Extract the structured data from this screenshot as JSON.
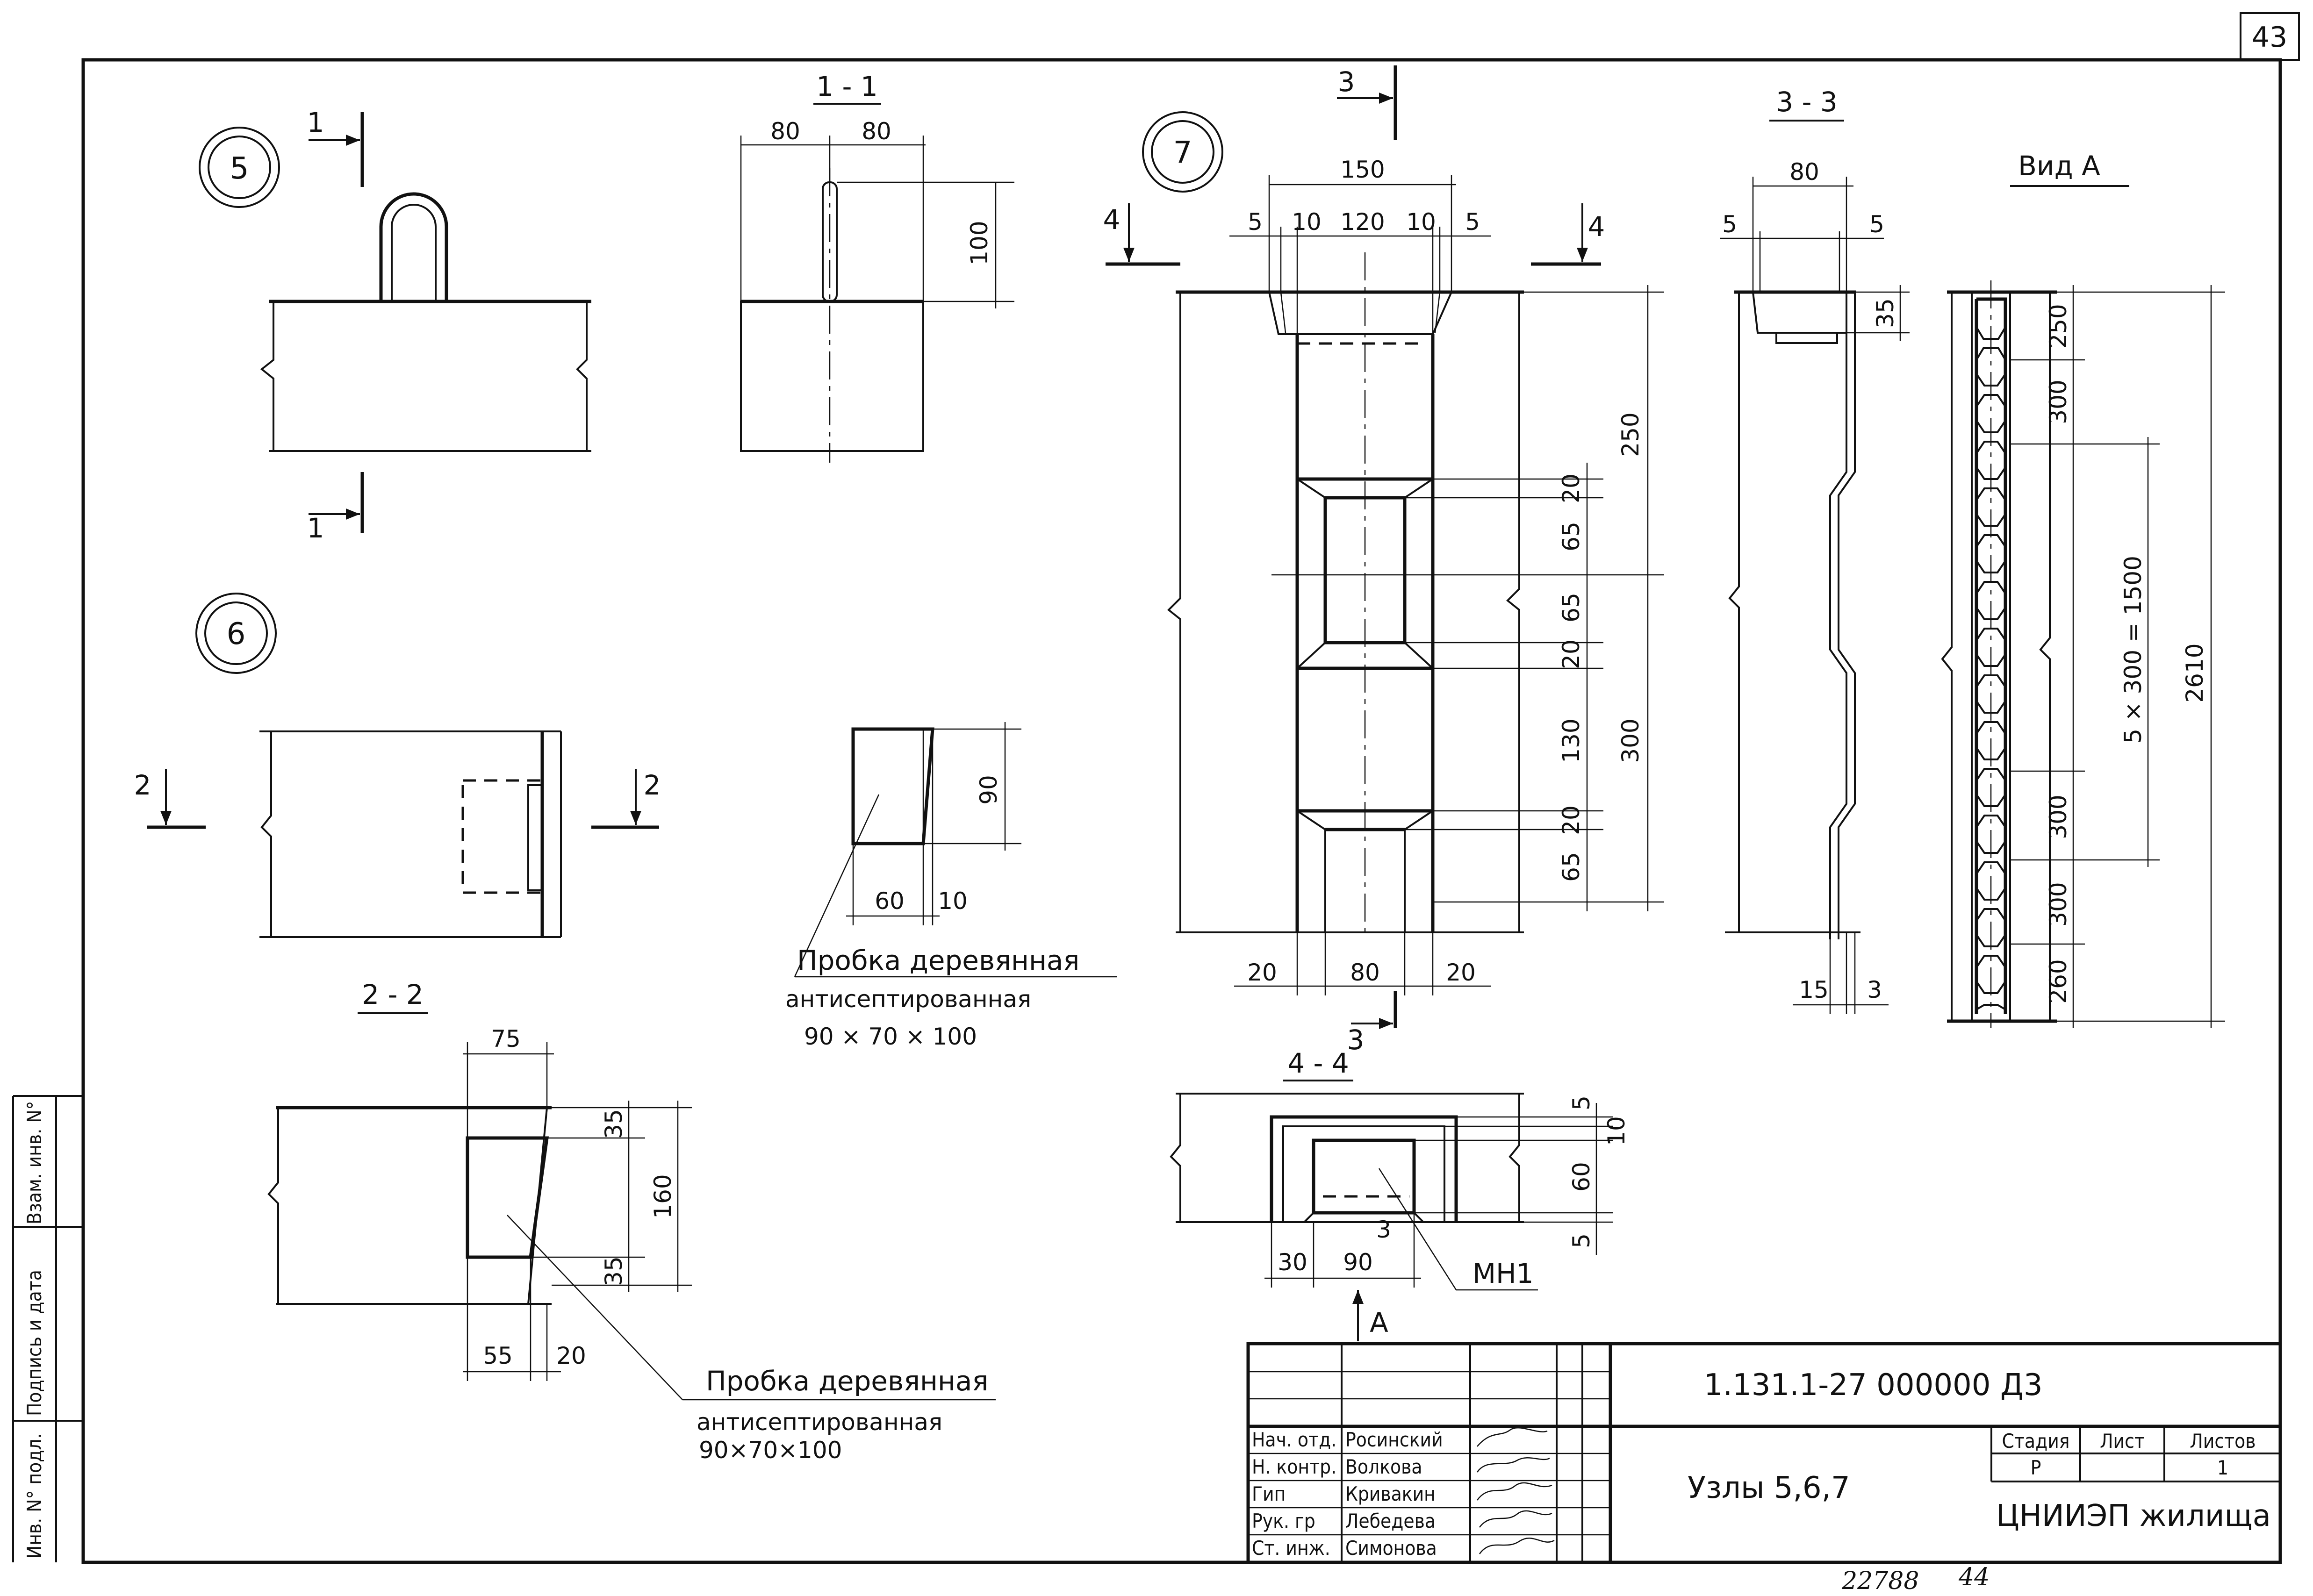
{
  "sheet": {
    "page_number": "43",
    "footer_number": "22788",
    "footer_page": "44"
  },
  "side_stamp": {
    "labels": [
      "Инв. N° подл.",
      "Подпись и дата",
      "Взам. инв. N°"
    ]
  },
  "nodes": {
    "node5": "5",
    "node6": "6",
    "node7": "7"
  },
  "views": {
    "v5_mark_top": "1",
    "v5_mark_bot": "1",
    "sec11": "1 - 1",
    "sec11_dims": [
      "80",
      "80",
      "100"
    ],
    "v6_mark_left": "2",
    "v6_mark_right": "2",
    "sec22": "2 - 2",
    "sec22_dims": [
      "75",
      "35",
      "160",
      "35",
      "55",
      "20"
    ],
    "plug_dims": [
      "90",
      "60",
      "10"
    ],
    "plug1_label": "Пробка деревянная",
    "plug1_sub1": "антисептированная",
    "plug1_sub2": "90 × 70 × 100",
    "plug2_label": "Пробка деревянная",
    "plug2_sub1": "антисептированная",
    "plug2_sub2": "90×70×100",
    "v7_mark3_top": "3",
    "v7_mark3_bot": "3",
    "v7_mark4_left": "4",
    "v7_mark4_right": "4",
    "v7_top_dims": [
      "150",
      "5",
      "10",
      "120",
      "10",
      "5"
    ],
    "v7_right_dims": [
      "20",
      "65",
      "20",
      "65",
      "130",
      "20",
      "65",
      "250",
      "300"
    ],
    "v7_bottom_dims": [
      "20",
      "80",
      "20"
    ],
    "sec33": "3 - 3",
    "sec33_dims": [
      "80",
      "5",
      "5",
      "35",
      "15",
      "3"
    ],
    "vidA": "Вид А",
    "vidA_dims": [
      "250",
      "300",
      "5 × 300 = 1500",
      "300",
      "300",
      "260",
      "2610"
    ],
    "sec44": "4 - 4",
    "sec44_dims": [
      "5",
      "10",
      "60",
      "5",
      "30",
      "90",
      "3"
    ],
    "sec44_mark": "МН1",
    "arrowA": "А"
  },
  "title_block": {
    "code": "1.131.1-27  000000  Д3",
    "title": "Узлы 5,6,7",
    "org": "ЦНИИЭП жилища",
    "stage_header": "Стадия",
    "sheet_header": "Лист",
    "sheets_header": "Листов",
    "stage": "Р",
    "sheets": "1",
    "people": [
      {
        "role": "Нач. отд.",
        "name": "Росинский",
        "sign": "Ros"
      },
      {
        "role": "Н. контр.",
        "name": "Волкова",
        "sign": "Volk"
      },
      {
        "role": "Гип",
        "name": "Кривакин",
        "sign": "Kriv"
      },
      {
        "role": "Рук. гр",
        "name": "Лебедева",
        "sign": "Leb"
      },
      {
        "role": "Ст. инж.",
        "name": "Симонова",
        "sign": "Sim"
      }
    ]
  }
}
